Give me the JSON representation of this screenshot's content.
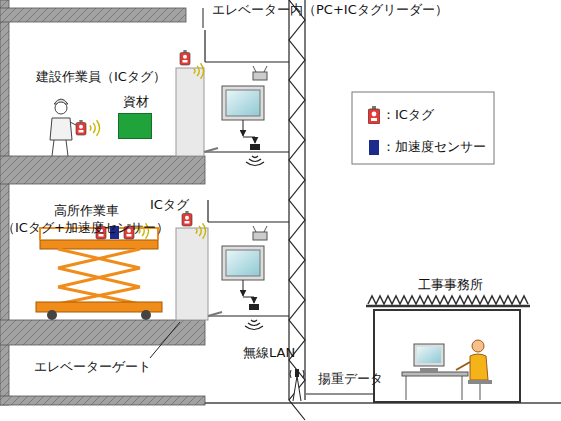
{
  "diagram": {
    "nodes": [
      {
        "text": [
          "資材"
        ]
      }
    ],
    "labels": [
      "エレベーター内（PC+ICタグリーダー）",
      "建設作業員（ICタグ）",
      "ICタグ",
      "高所作業車",
      "（ICタグ+加速度センサー）",
      "エレベーターゲート",
      "無線LAN",
      "揚重データ",
      "工事事務所"
    ],
    "legend": [
      {
        "text": "：ICタグ"
      },
      {
        "text": "：加速度センサー",
        "color": "#1c2a8c"
      }
    ]
  }
}
